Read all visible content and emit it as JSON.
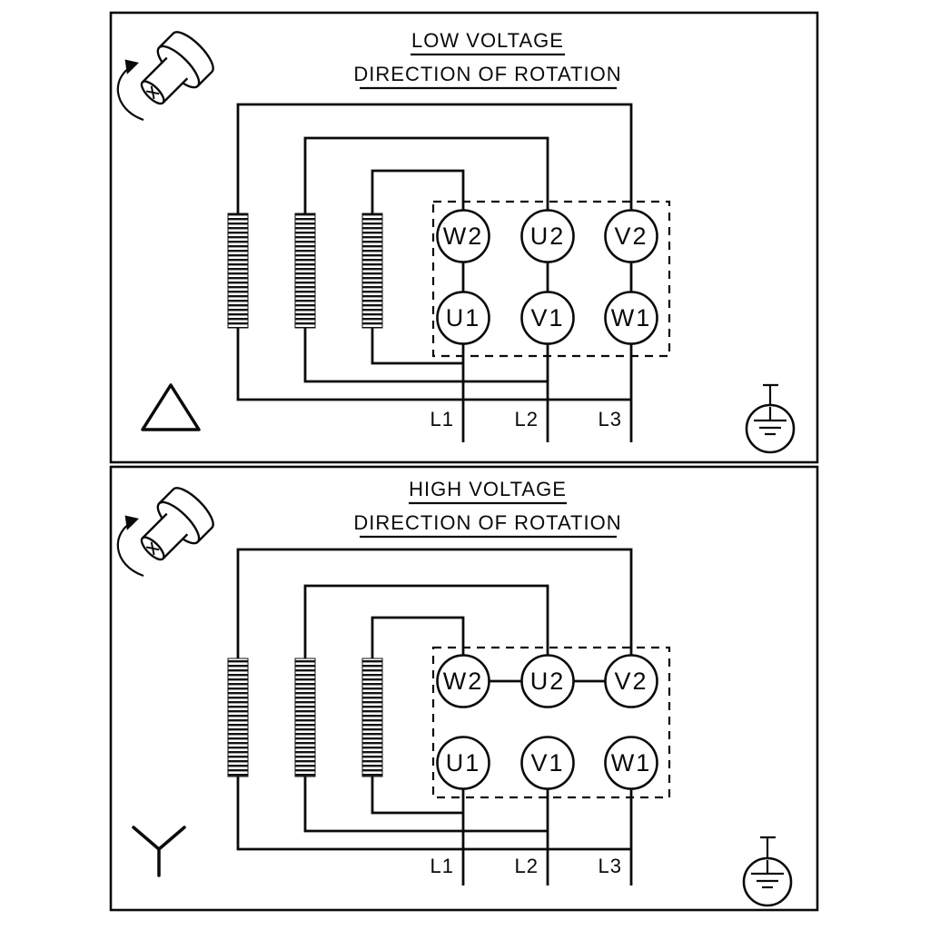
{
  "panels": [
    {
      "title": "LOW VOLTAGE",
      "subtitle": "DIRECTION OF ROTATION",
      "connection": "delta",
      "terminals": {
        "top": [
          "W2",
          "U2",
          "V2"
        ],
        "bottom": [
          "U1",
          "V1",
          "W1"
        ]
      },
      "supply_lines": [
        "L1",
        "L2",
        "L3"
      ],
      "icons": [
        "shaft-rotation-icon",
        "delta-symbol",
        "earth-ground-icon"
      ]
    },
    {
      "title": "HIGH VOLTAGE",
      "subtitle": "DIRECTION OF ROTATION",
      "connection": "star",
      "terminals": {
        "top": [
          "W2",
          "U2",
          "V2"
        ],
        "bottom": [
          "U1",
          "V1",
          "W1"
        ]
      },
      "supply_lines": [
        "L1",
        "L2",
        "L3"
      ],
      "icons": [
        "shaft-rotation-icon",
        "star-symbol",
        "earth-ground-icon"
      ]
    }
  ],
  "colors": {
    "line": "#0a0a0a",
    "background": "#ffffff"
  }
}
